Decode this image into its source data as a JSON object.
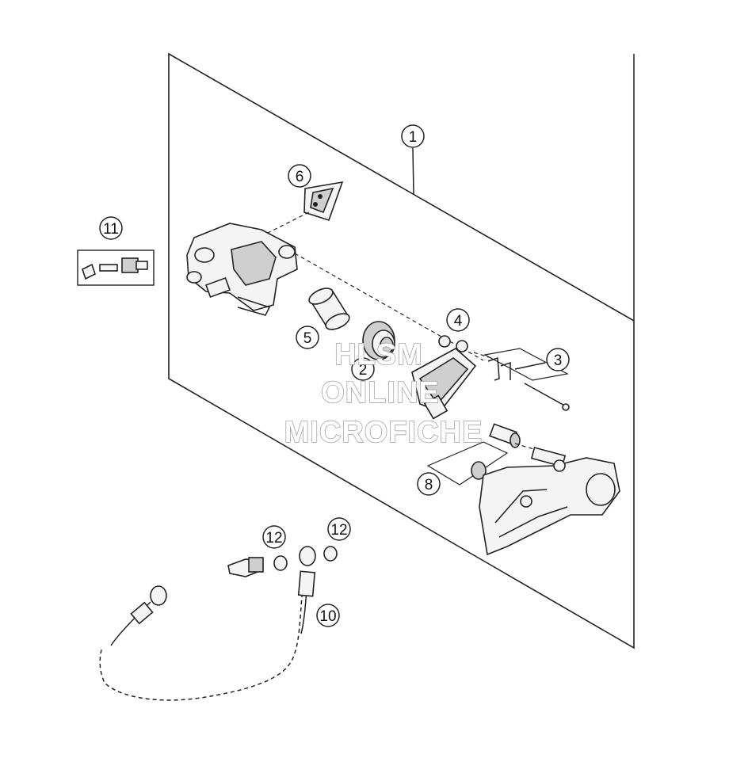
{
  "callouts": {
    "c1": "1",
    "c2": "2",
    "c3": "3",
    "c4": "4",
    "c5": "5",
    "c6": "6",
    "c8": "8",
    "c10": "10",
    "c11": "11",
    "c12a": "12",
    "c12b": "12"
  },
  "watermark": {
    "line1": "HLSM",
    "line2": "ONLINE",
    "line3": "MICROFICHE"
  },
  "colors": {
    "line": "#222222",
    "watermark_outline": "#9a9a9a",
    "background": "#ffffff"
  }
}
